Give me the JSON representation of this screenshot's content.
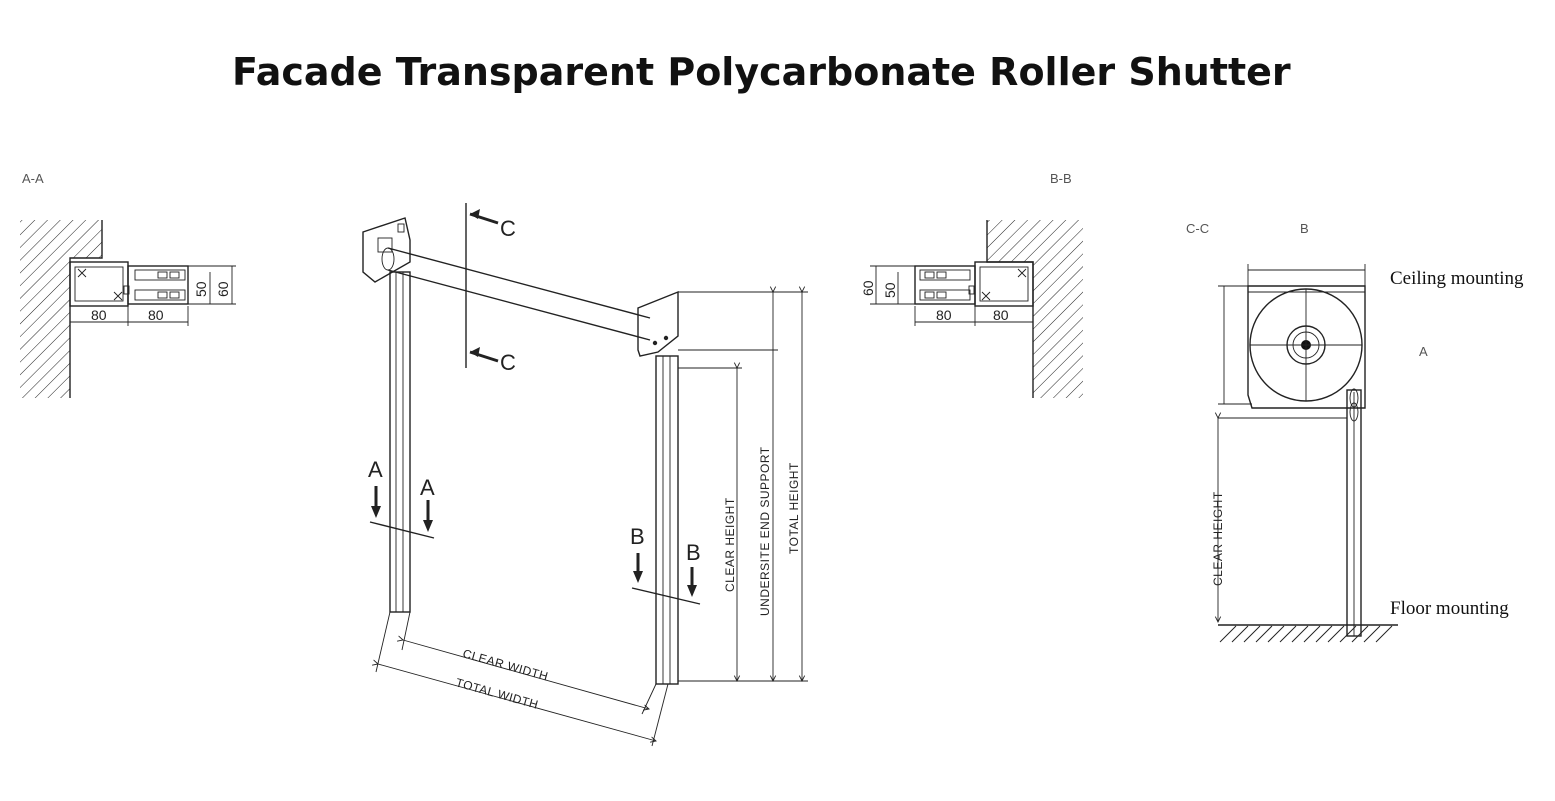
{
  "title": "Facade Transparent Polycarbonate Roller Shutter",
  "sections": {
    "aa": {
      "label": "A-A",
      "dims": {
        "w1": "80",
        "w2": "80",
        "h1": "50",
        "h2": "60"
      }
    },
    "bb": {
      "label": "B-B",
      "dims": {
        "w1": "80",
        "w2": "80",
        "h1": "50",
        "h2": "60"
      }
    },
    "cc": {
      "label": "C-C",
      "label_b": "B",
      "label_a": "A",
      "clear_height": "CLEAR HEIGHT"
    }
  },
  "main": {
    "cut_c_top": "C",
    "cut_c_bottom": "C",
    "cut_a_left": "A",
    "cut_a_right": "A",
    "cut_b_left": "B",
    "cut_b_right": "B",
    "clear_width": "CLEAR WIDTH",
    "total_width": "TOTAL WIDTH",
    "clear_height": "CLEAR HEIGHT",
    "underside_end_support": "UNDERSITE END SUPPORT",
    "total_height": "TOTAL HEIGHT"
  },
  "mounting": {
    "ceiling": "Ceiling mounting",
    "floor": "Floor mounting"
  }
}
